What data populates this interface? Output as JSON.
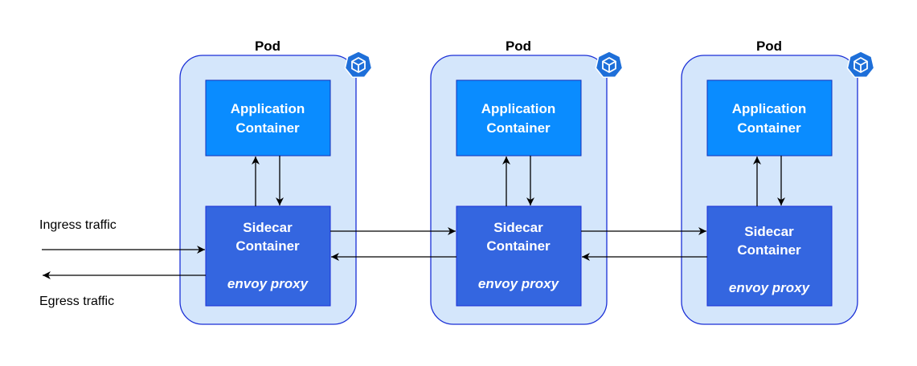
{
  "pods": [
    {
      "label": "Pod",
      "app_line1": "Application",
      "app_line2": "Container",
      "sidecar_line1": "Sidecar",
      "sidecar_line2": "Container",
      "proxy": "envoy proxy"
    },
    {
      "label": "Pod",
      "app_line1": "Application",
      "app_line2": "Container",
      "sidecar_line1": "Sidecar",
      "sidecar_line2": "Container",
      "proxy": "envoy proxy"
    },
    {
      "label": "Pod",
      "app_line1": "Application",
      "app_line2": "Container",
      "sidecar_line1": "Sidecar",
      "sidecar_line2": "Container",
      "proxy": "envoy proxy"
    }
  ],
  "traffic": {
    "ingress": "Ingress traffic",
    "egress": "Egress traffic"
  },
  "icons": {
    "pod": "kubernetes-pod-icon"
  },
  "colors": {
    "pod_fill": "#d4e6fb",
    "pod_stroke": "#1a2fd6",
    "app_fill": "#0a8cff",
    "app_stroke": "#1530b8",
    "sidecar_fill": "#3466e0",
    "sidecar_stroke": "#1a2fd6",
    "icon": "#1e6fd9"
  }
}
